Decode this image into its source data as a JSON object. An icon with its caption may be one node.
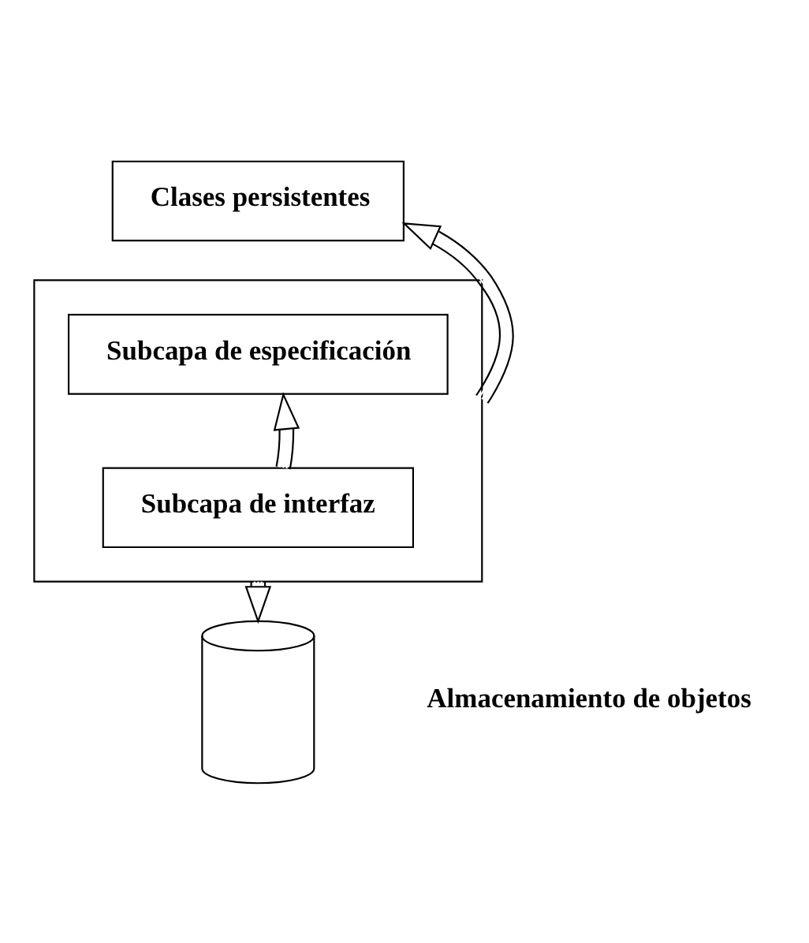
{
  "diagram": {
    "nodes": [
      {
        "text": [
          "Clases persistentes"
        ]
      },
      {
        "text": [],
        "shape": "box"
      },
      {
        "text": [
          "Subcapa de especificación"
        ],
        "in": 1
      },
      {
        "text": [
          "Subcapa de interfaz"
        ],
        "in": 1
      },
      {
        "text": [],
        "shape": "cylinder",
        "beside": [
          "Almacenamiento de objetos"
        ]
      }
    ],
    "edges": [
      {
        "from": 1,
        "to": 0,
        "arrow": "to"
      },
      {
        "from": 3,
        "to": 2,
        "arrow": "to"
      },
      {
        "from": 1,
        "to": 4,
        "arrow": "to"
      }
    ]
  }
}
